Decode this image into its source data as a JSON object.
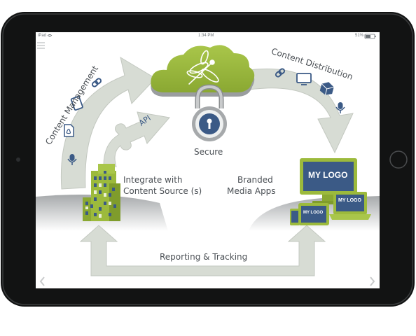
{
  "status_bar": {
    "device": "iPad",
    "time": "1:34 PM",
    "battery": "51%"
  },
  "diagram": {
    "content_management": "Content Management",
    "content_distribution": "Content Distribution",
    "api": "API",
    "secure": "Secure",
    "integrate_line1": "Integrate with",
    "integrate_line2": "Content Source (s)",
    "branded_line1": "Branded",
    "branded_line2": "Media Apps",
    "reporting": "Reporting & Tracking",
    "logo_text": "MY LOGO"
  },
  "colors": {
    "green": "#9cba3c",
    "arrow_gray": "#d7dcd4",
    "screen_blue": "#3b5a86"
  },
  "icons": [
    "menu-icon",
    "wifi-icon",
    "link-icon",
    "tablet-icon",
    "pdf-icon",
    "microphone-icon",
    "monitor-icon",
    "package-icon",
    "dragonfly-icon",
    "padlock-icon",
    "building-icon",
    "prev-arrow-icon",
    "next-arrow-icon"
  ]
}
